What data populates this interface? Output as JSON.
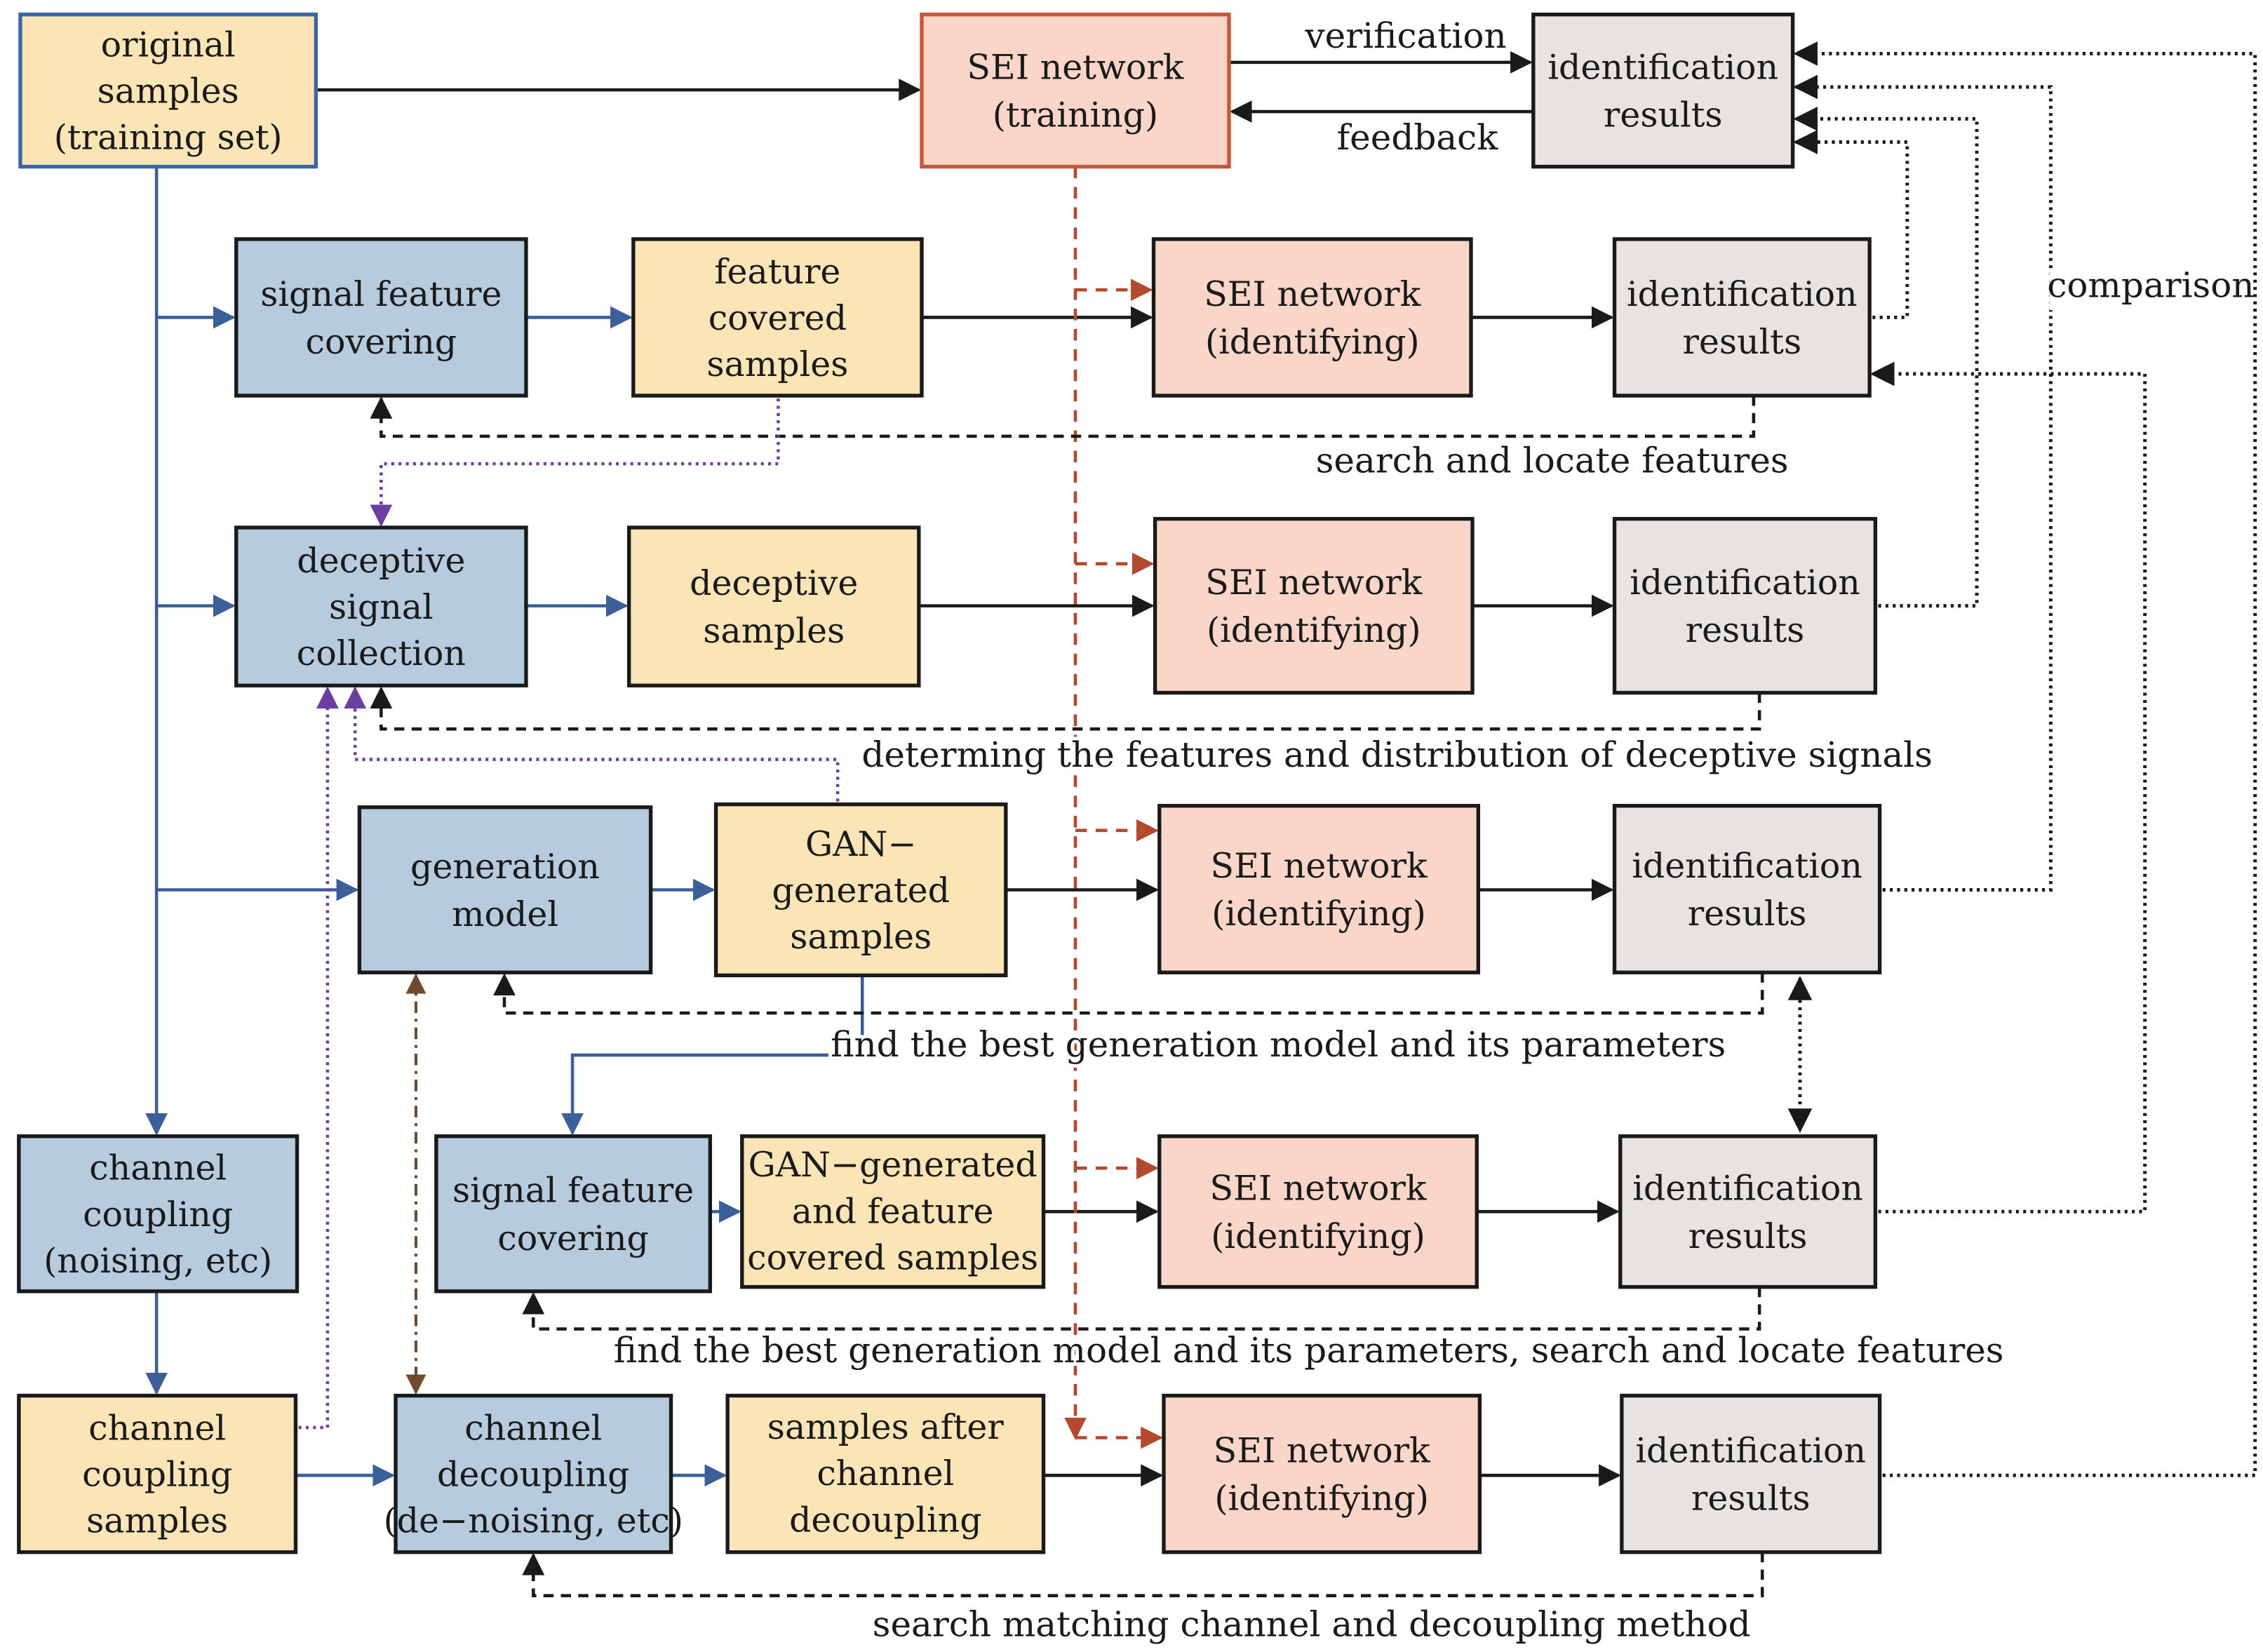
{
  "colors": {
    "sample_fill": "#FBE5B6",
    "method_fill": "#B7CBDE",
    "network_fill": "#F9D6C8",
    "result_fill": "#E6E3E1",
    "flow_blue": "#3B5F98",
    "training_dash": "#B24A2E",
    "comparison_dotted": "#1a1a1a",
    "purple_dotted": "#6B3FA0",
    "brown_dashdot": "#6E4B2E",
    "border_orig": "#3D64A6",
    "border_train": "#C4583A"
  },
  "boxes": {
    "original": {
      "kind": "sample",
      "lines": [
        "original",
        "samples",
        "(training set)"
      ]
    },
    "sei_train": {
      "kind": "network",
      "lines": [
        "SEI network",
        "(training)"
      ]
    },
    "res0": {
      "kind": "result",
      "lines": [
        "identification",
        "results"
      ]
    },
    "sfc1": {
      "kind": "method",
      "lines": [
        "signal feature",
        "covering"
      ]
    },
    "fcs": {
      "kind": "sample",
      "lines": [
        "feature",
        "covered",
        "samples"
      ]
    },
    "sei1": {
      "kind": "network",
      "lines": [
        "SEI network",
        "(identifying)"
      ]
    },
    "res1": {
      "kind": "result",
      "lines": [
        "identification",
        "results"
      ]
    },
    "dsc": {
      "kind": "method",
      "lines": [
        "deceptive",
        "signal",
        "collection"
      ]
    },
    "ds": {
      "kind": "sample",
      "lines": [
        "deceptive",
        "samples"
      ]
    },
    "sei2": {
      "kind": "network",
      "lines": [
        "SEI network",
        "(identifying)"
      ]
    },
    "res2": {
      "kind": "result",
      "lines": [
        "identification",
        "results"
      ]
    },
    "gm": {
      "kind": "method",
      "lines": [
        "generation",
        "model"
      ]
    },
    "gan": {
      "kind": "sample",
      "lines": [
        "GAN−",
        "generated",
        "samples"
      ]
    },
    "sei3": {
      "kind": "network",
      "lines": [
        "SEI network",
        "(identifying)"
      ]
    },
    "res3": {
      "kind": "result",
      "lines": [
        "identification",
        "results"
      ]
    },
    "sfc2": {
      "kind": "method",
      "lines": [
        "signal feature",
        "covering"
      ]
    },
    "ganfc": {
      "kind": "sample",
      "lines": [
        "GAN−generated",
        "and feature",
        "covered samples"
      ]
    },
    "sei4": {
      "kind": "network",
      "lines": [
        "SEI network",
        "(identifying)"
      ]
    },
    "res4": {
      "kind": "result",
      "lines": [
        "identification",
        "results"
      ]
    },
    "cc": {
      "kind": "method",
      "lines": [
        "channel",
        "coupling",
        "(noising, etc)"
      ]
    },
    "ccs": {
      "kind": "sample",
      "lines": [
        "channel",
        "coupling",
        "samples"
      ]
    },
    "cd": {
      "kind": "method",
      "lines": [
        "channel",
        "decoupling",
        "(de−noising, etc)"
      ]
    },
    "sacd": {
      "kind": "sample",
      "lines": [
        "samples after",
        "channel",
        "decoupling"
      ]
    },
    "sei5": {
      "kind": "network",
      "lines": [
        "SEI network",
        "(identifying)"
      ]
    },
    "res5": {
      "kind": "result",
      "lines": [
        "identification",
        "results"
      ]
    }
  },
  "labels": {
    "verification": "verification",
    "feedback": "feedback",
    "comparison": "comparison",
    "loop1": "search and locate features",
    "loop2": "determing the features and distribution of deceptive signals",
    "loop3": "find the best generation model and its parameters",
    "loop4": "find the best generation model and its parameters, search and locate features",
    "loop5": "search matching channel and decoupling method"
  }
}
